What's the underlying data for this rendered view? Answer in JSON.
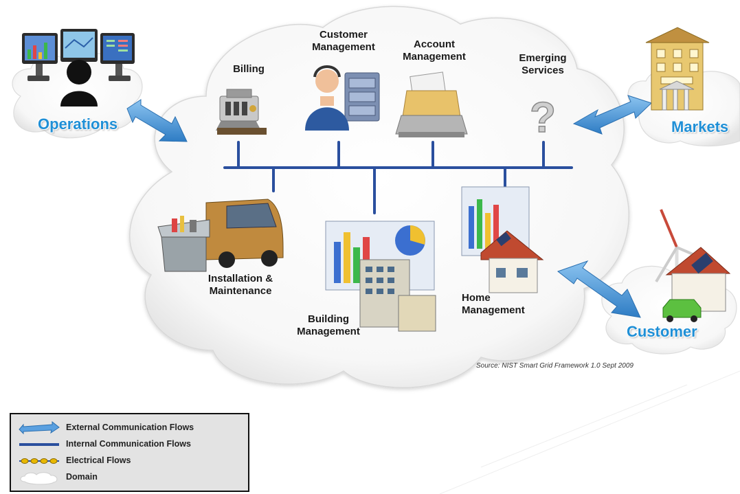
{
  "domains": {
    "operations": "Operations",
    "markets": "Markets",
    "customer": "Customer"
  },
  "nodes": {
    "billing": "Billing",
    "customer_management": "Customer\nManagement",
    "account_management": "Account\nManagement",
    "emerging_services": "Emerging\nServices",
    "installation_maintenance": "Installation &\nMaintenance",
    "building_management": "Building\nManagement",
    "home_management": "Home\nManagement"
  },
  "source": "Source:  NIST Smart Grid Framework 1.0 Sept 2009",
  "legend": [
    {
      "label": "External Communication Flows",
      "icon": "external-flow-arrow"
    },
    {
      "label": "Internal Communication Flows",
      "icon": "internal-flow-line"
    },
    {
      "label": "Electrical Flows",
      "icon": "electrical-flow-dots"
    },
    {
      "label": "Domain",
      "icon": "domain-cloud"
    }
  ],
  "colors": {
    "bus": "#2a4f9e",
    "arrow": "#3a8ad4",
    "domain_text": "#1f8fd6",
    "electrical": "#e8b800"
  }
}
